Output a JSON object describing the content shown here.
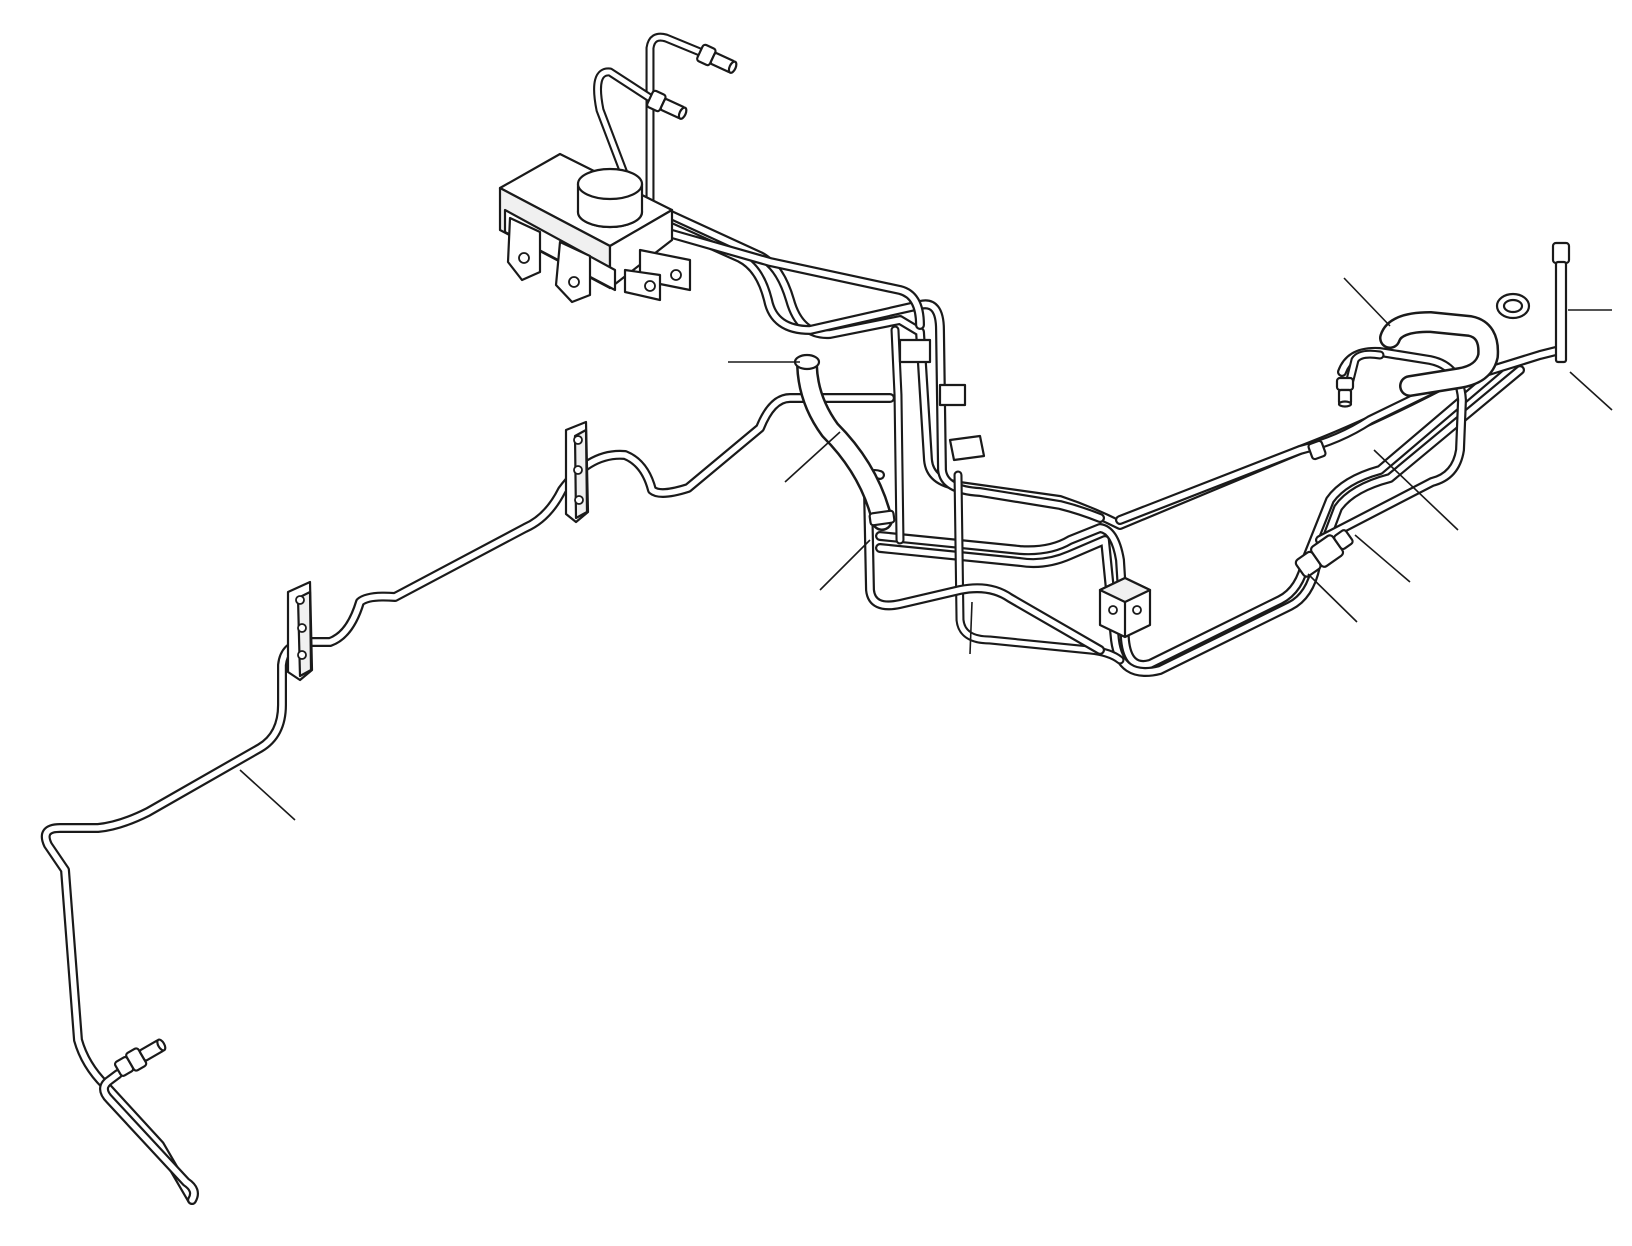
{
  "diagram": {
    "callout_labels": [],
    "components": [
      "reservoir",
      "reservoir-cap",
      "junction-block",
      "hose",
      "mounting-clip",
      "pipe-connector"
    ]
  }
}
